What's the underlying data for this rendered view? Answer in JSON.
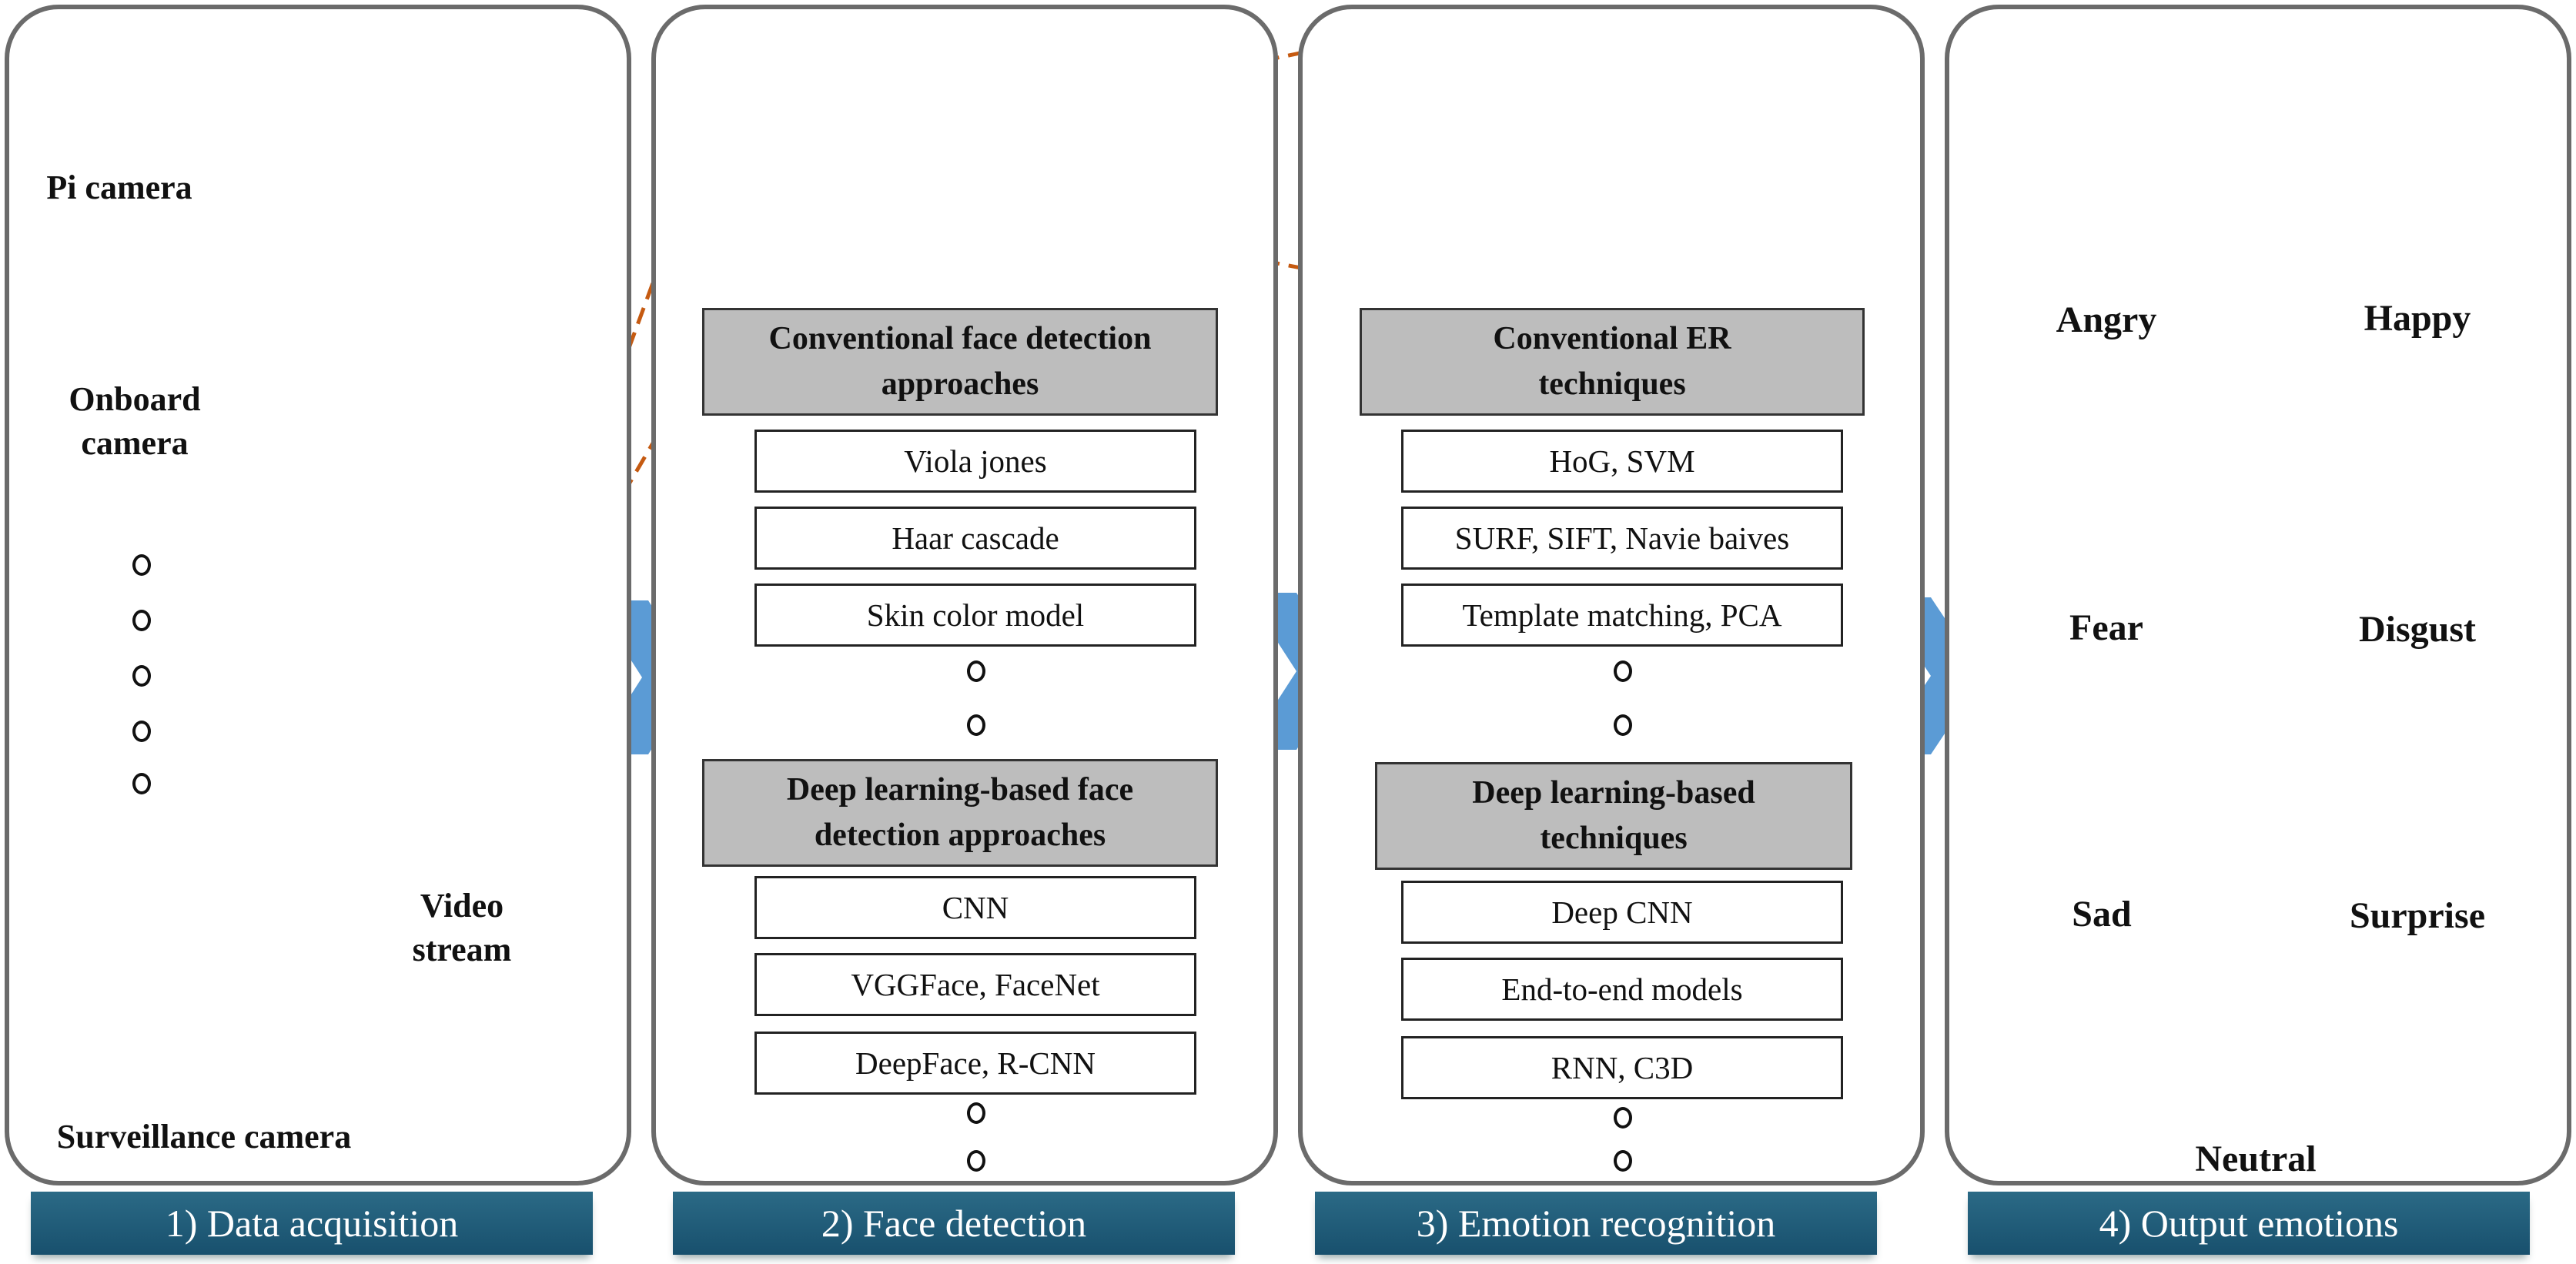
{
  "panels": [
    {
      "label": "1) Data acquisition"
    },
    {
      "label": "2) Face detection"
    },
    {
      "label": "3) Emotion recognition"
    },
    {
      "label": "4) Output emotions"
    }
  ],
  "acquisition": {
    "pi_camera": "Pi camera",
    "onboard_camera": "Onboard\ncamera",
    "surveillance_camera": "Surveillance camera",
    "video_stream": "Video\nstream"
  },
  "face_detection": {
    "conventional_header": "Conventional face detection approaches",
    "conventional_items": [
      "Viola jones",
      "Haar cascade",
      "Skin color model"
    ],
    "deep_header": "Deep learning-based face detection approaches",
    "deep_items": [
      "CNN",
      "VGGFace, FaceNet",
      "DeepFace, R-CNN"
    ]
  },
  "emotion_recognition": {
    "conventional_header": "Conventional ER techniques",
    "conventional_items": [
      "HoG, SVM",
      "SURF, SIFT, Navie baives",
      "Template matching, PCA"
    ],
    "deep_header": "Deep learning-based techniques",
    "deep_items": [
      "Deep CNN",
      "End-to-end models",
      "RNN, C3D"
    ]
  },
  "emotions": [
    "Angry",
    "Happy",
    "Fear",
    "Disgust",
    "Sad",
    "Surprise",
    "Neutral"
  ],
  "colors": {
    "panel_border": "#6b6b6b",
    "label_bg": "#1f5b78",
    "arrow": "#5b9bd5",
    "dashed_line": "#c55a11",
    "header_bg": "#bdbdbd",
    "face_box": "#ffff00"
  }
}
